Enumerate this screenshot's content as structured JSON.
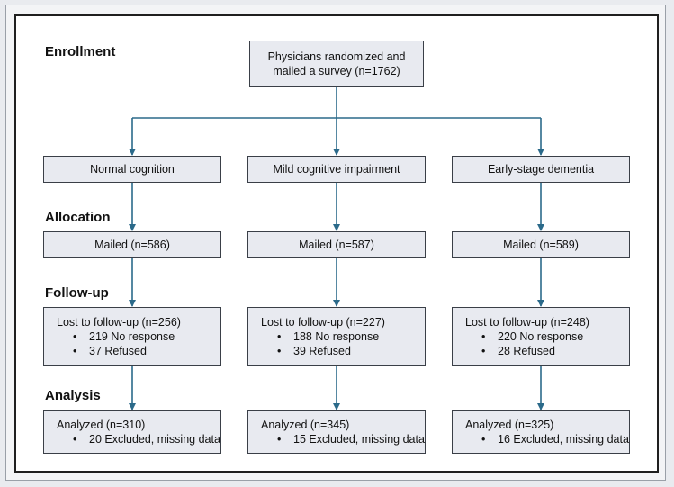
{
  "stages": {
    "enrollment": "Enrollment",
    "allocation": "Allocation",
    "followup": "Follow-up",
    "analysis": "Analysis"
  },
  "top_box": {
    "line1": "Physicians randomized and",
    "line2": "mailed a survey (n=1762)"
  },
  "arms": [
    {
      "group": "Normal cognition",
      "mailed": "Mailed (n=586)",
      "lost": "Lost to follow-up (n=256)",
      "lost_items": [
        "219 No response",
        "37 Refused"
      ],
      "analyzed": "Analyzed (n=310)",
      "analyzed_items": [
        "20 Excluded, missing data"
      ]
    },
    {
      "group": "Mild cognitive impairment",
      "mailed": "Mailed (n=587)",
      "lost": "Lost to follow-up (n=227)",
      "lost_items": [
        "188 No response",
        "39 Refused"
      ],
      "analyzed": "Analyzed (n=345)",
      "analyzed_items": [
        "15 Excluded, missing data"
      ]
    },
    {
      "group": "Early-stage dementia",
      "mailed": "Mailed (n=589)",
      "lost": "Lost to follow-up (n=248)",
      "lost_items": [
        "220 No response",
        "28 Refused"
      ],
      "analyzed": "Analyzed (n=325)",
      "analyzed_items": [
        "16 Excluded, missing data"
      ]
    }
  ],
  "colors": {
    "connector": "#2b6a8a",
    "box_fill": "#e8eaf0",
    "box_border": "#3a3f47"
  }
}
